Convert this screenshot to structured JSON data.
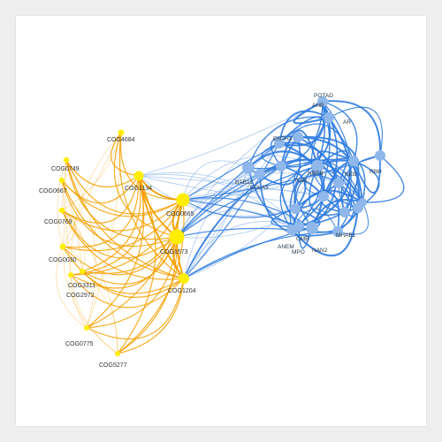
{
  "colors": {
    "background": "#eeeeee",
    "panel": "#ffffff",
    "yellow_node": "#ffee00",
    "orange_edge": "#f5a000",
    "blue_node": "#8fb7ea",
    "blue_edge": "#2f7be0",
    "light_blue_edge": "#9cc0ee",
    "label": "#333333"
  },
  "network": {
    "yellow_nodes": [
      {
        "id": "y1",
        "label": "COG4684"
      },
      {
        "id": "y2",
        "label": "COG0749"
      },
      {
        "id": "y3",
        "label": "COG0667"
      },
      {
        "id": "y4",
        "label": "COG0769"
      },
      {
        "id": "y5",
        "label": "COG0030"
      },
      {
        "id": "y6",
        "label": "COG3311"
      },
      {
        "id": "y7",
        "label": "COG2972"
      },
      {
        "id": "y8",
        "label": "COG0775"
      },
      {
        "id": "y9",
        "label": "COG5277"
      },
      {
        "id": "y10",
        "label": "COG1134"
      },
      {
        "id": "y11",
        "label": "COG0665"
      },
      {
        "id": "y12",
        "label": "COG1573"
      },
      {
        "id": "y13",
        "label": "COG1204"
      }
    ],
    "blue_nodes": [
      {
        "id": "b1",
        "label": "BAB11"
      },
      {
        "id": "b2",
        "label": "ECLA3"
      },
      {
        "id": "b3",
        "label": "ENTH3"
      },
      {
        "id": "b4",
        "label": "NAB"
      },
      {
        "id": "b5",
        "label": "ANB"
      },
      {
        "id": "b6",
        "label": "NBEB"
      },
      {
        "id": "b7",
        "label": "AR"
      },
      {
        "id": "b8",
        "label": "POTAD"
      },
      {
        "id": "b9",
        "label": "MPO"
      },
      {
        "id": "b10",
        "label": "ANEM"
      },
      {
        "id": "b11",
        "label": "NAN2"
      },
      {
        "id": "b12",
        "label": "CMB"
      },
      {
        "id": "b13",
        "label": "MHAB1"
      },
      {
        "id": "b14",
        "label": "NEB"
      },
      {
        "id": "b15",
        "label": "RBH"
      },
      {
        "id": "b16",
        "label": ""
      },
      {
        "id": "b17",
        "label": ""
      },
      {
        "id": "b18",
        "label": ""
      },
      {
        "id": "b19",
        "label": ""
      },
      {
        "id": "b20",
        "label": ""
      }
    ]
  }
}
